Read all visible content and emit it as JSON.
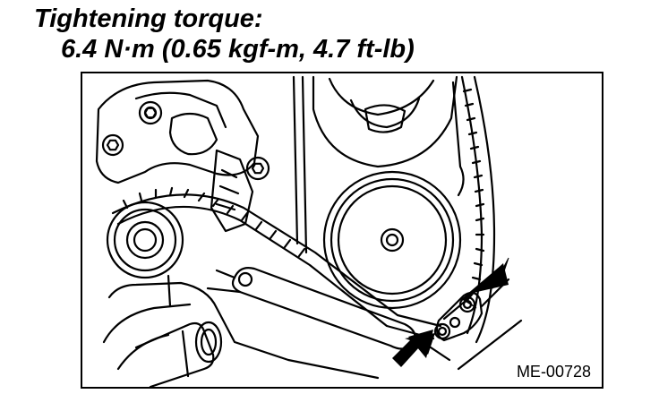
{
  "heading": {
    "title": "Tightening torque:",
    "value": "6.4 N·m (0.65 kgf-m, 4.7 ft-lb)"
  },
  "figure": {
    "code": "ME-00728"
  }
}
